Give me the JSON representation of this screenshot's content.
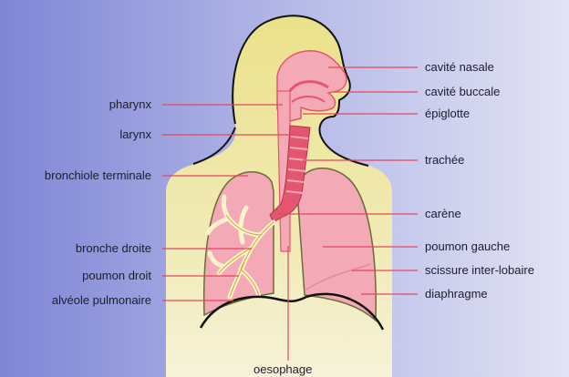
{
  "colors": {
    "background_left": "#7f86d6",
    "background_right": "#dfe1f4",
    "body_fill": "#e9e08a",
    "body_outline": "#111111",
    "organ_fill": "#f4a9b6",
    "organ_dark": "#e3566f",
    "leader_line": "#e8455f"
  },
  "labels": {
    "cavite_nasale": "cavité nasale",
    "cavite_buccale": "cavité buccale",
    "epiglotte": "épiglotte",
    "trachee": "trachée",
    "carene": "carène",
    "poumon_gauche": "poumon gauche",
    "scissure": "scissure inter-lobaire",
    "diaphragme": "diaphragme",
    "pharynx": "pharynx",
    "larynx": "larynx",
    "bronchiole_terminale": "bronchiole terminale",
    "bronche_droite": "bronche droite",
    "poumon_droit": "poumon droit",
    "alveole_pulmonaire": "alvéole pulmonaire",
    "oesophage": "oesophage"
  }
}
